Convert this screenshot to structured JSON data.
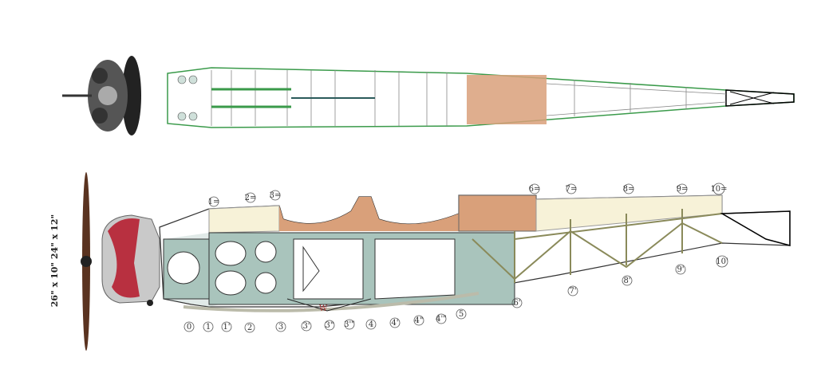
{
  "propeller_label": "26\" x 10\"  24\" x 12\"",
  "weight_mark": "W",
  "bottom_stations": [
    "0",
    "1",
    "1'",
    "2",
    "3",
    "3'",
    "3\"",
    "3'\"",
    "4",
    "4'",
    "4\"",
    "4'\"",
    "5"
  ],
  "side_stations": [
    "6'",
    "7'",
    "8'",
    "9'",
    "10'"
  ],
  "top_stations": [
    "1=",
    "2=",
    "3=",
    "6=",
    "7=",
    "8=",
    "9=",
    "10="
  ],
  "colors": {
    "green_panel": "#a9c4bc",
    "wood": "#d9a07a",
    "outline_green": "#3a9a4a",
    "cowl_red": "#b83040",
    "cowl_gray": "#c9c9c9",
    "cream": "#f7f2d8"
  }
}
